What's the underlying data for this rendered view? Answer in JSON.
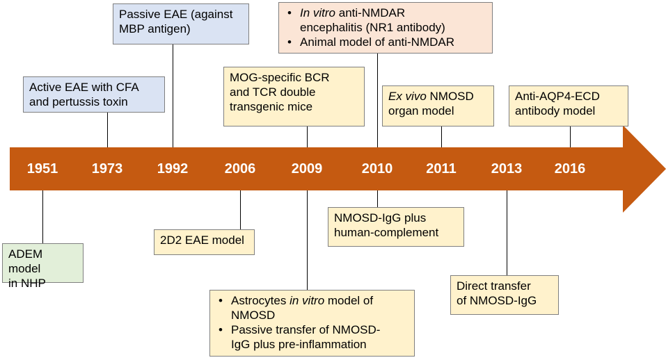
{
  "colors": {
    "arrow": "#c55a11",
    "blue_box": "#dae3f3",
    "green_box": "#e2efd9",
    "yellow_box": "#fff2cc",
    "pink_box": "#fbe5d6",
    "year_text": "#ffffff"
  },
  "years": [
    "1951",
    "1973",
    "1992",
    "2006",
    "2009",
    "2010",
    "2011",
    "2013",
    "2016"
  ],
  "events": {
    "e1951": {
      "year": "1951",
      "lines": [
        "ADEM model",
        "in NHP"
      ]
    },
    "e1973": {
      "year": "1973",
      "lines": [
        "Active EAE with CFA",
        "and pertussis toxin"
      ]
    },
    "e1992": {
      "year": "1992",
      "lines": [
        "Passive EAE (against",
        "MBP antigen)"
      ]
    },
    "e2006": {
      "year": "2006",
      "lines": [
        "2D2 EAE model"
      ]
    },
    "e2009_top": {
      "year": "2009",
      "lines": [
        "MOG-specific BCR",
        "and TCR double",
        "transgenic mice"
      ]
    },
    "e2009_bottom": {
      "year": "2009",
      "bullet": "•",
      "item1": {
        "italic": "Astrocytes in vitro",
        "pre": "Astrocytes ",
        "em": "in vitro",
        "post": " model of",
        "line2": "NMOSD"
      },
      "item2": {
        "line1": "Passive transfer of NMOSD-",
        "line2": "IgG plus pre-inflammation"
      }
    },
    "e2010_top": {
      "year": "2010",
      "bullet": "•",
      "item1": {
        "em": "In vitro",
        "post": " anti-NMDAR",
        "line2": "encephalitis (NR1 antibody)"
      },
      "item2": {
        "line1": "Animal model of anti-NMDAR"
      }
    },
    "e2010_bottom": {
      "year": "2010",
      "lines": [
        "NMOSD-IgG plus",
        "human-complement"
      ]
    },
    "e2011": {
      "year": "2011",
      "em": "Ex vivo",
      "post": " NMOSD",
      "line2": "organ model"
    },
    "e2013": {
      "year": "2013",
      "lines": [
        "Direct transfer",
        "of NMOSD-IgG"
      ]
    },
    "e2016": {
      "year": "2016",
      "lines": [
        "Anti-AQP4-ECD",
        "antibody model"
      ]
    }
  }
}
